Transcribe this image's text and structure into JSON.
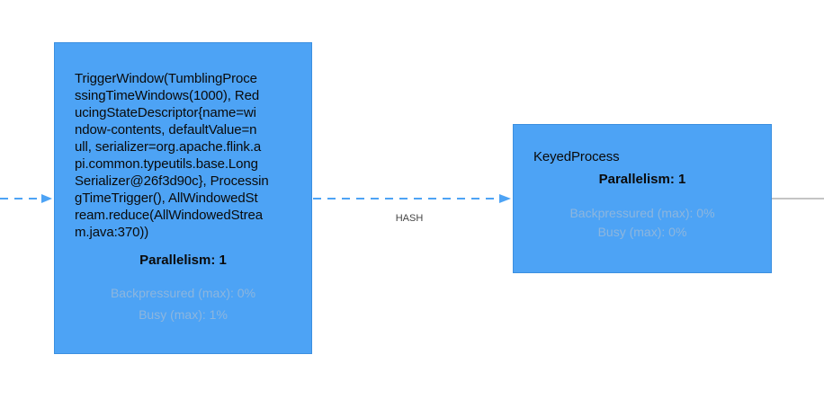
{
  "diagram": {
    "nodes": [
      {
        "name": "TriggerWindow(TumblingProce\nssingTimeWindows(1000), Red\nucingStateDescriptor{name=wi\nndow-contents, defaultValue=n\null, serializer=org.apache.flink.a\npi.common.typeutils.base.Long\nSerializer@26f3d90c}, Processin\ngTimeTrigger(), AllWindowedSt\nream.reduce(AllWindowedStrea\nm.java:370))",
        "parallelism": "Parallelism: 1",
        "backpressure": "Backpressured (max): 0%",
        "busy": "Busy (max): 1%"
      },
      {
        "name": "KeyedProcess",
        "parallelism": "Parallelism: 1",
        "backpressure": "Backpressured (max): 0%",
        "busy": "Busy (max): 0%"
      }
    ],
    "edges": [
      {
        "label": "HASH"
      }
    ],
    "colors": {
      "node_fill": "#4da3f5",
      "edge_dashed": "#4da3f5",
      "edge_solid": "#b0b0b0",
      "metric_text": "#8db6de"
    }
  }
}
